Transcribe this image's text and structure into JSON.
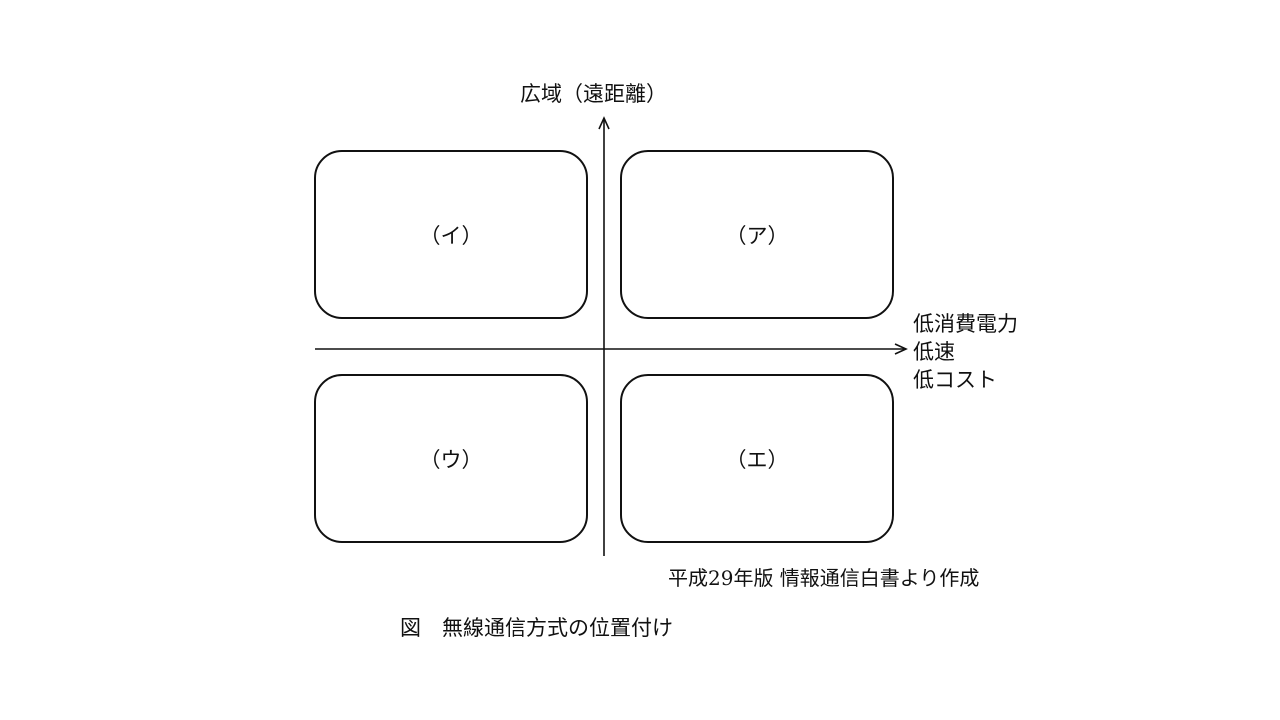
{
  "axes": {
    "y_label": "広域（遠距離）",
    "x_label_lines": [
      "低消費電力",
      "低速",
      "低コスト"
    ]
  },
  "quadrants": {
    "top_left": "（イ）",
    "top_right": "（ア）",
    "bottom_left": "（ウ）",
    "bottom_right": "（エ）"
  },
  "source": "平成29年版 情報通信白書より作成",
  "caption": "図　無線通信方式の位置付け"
}
